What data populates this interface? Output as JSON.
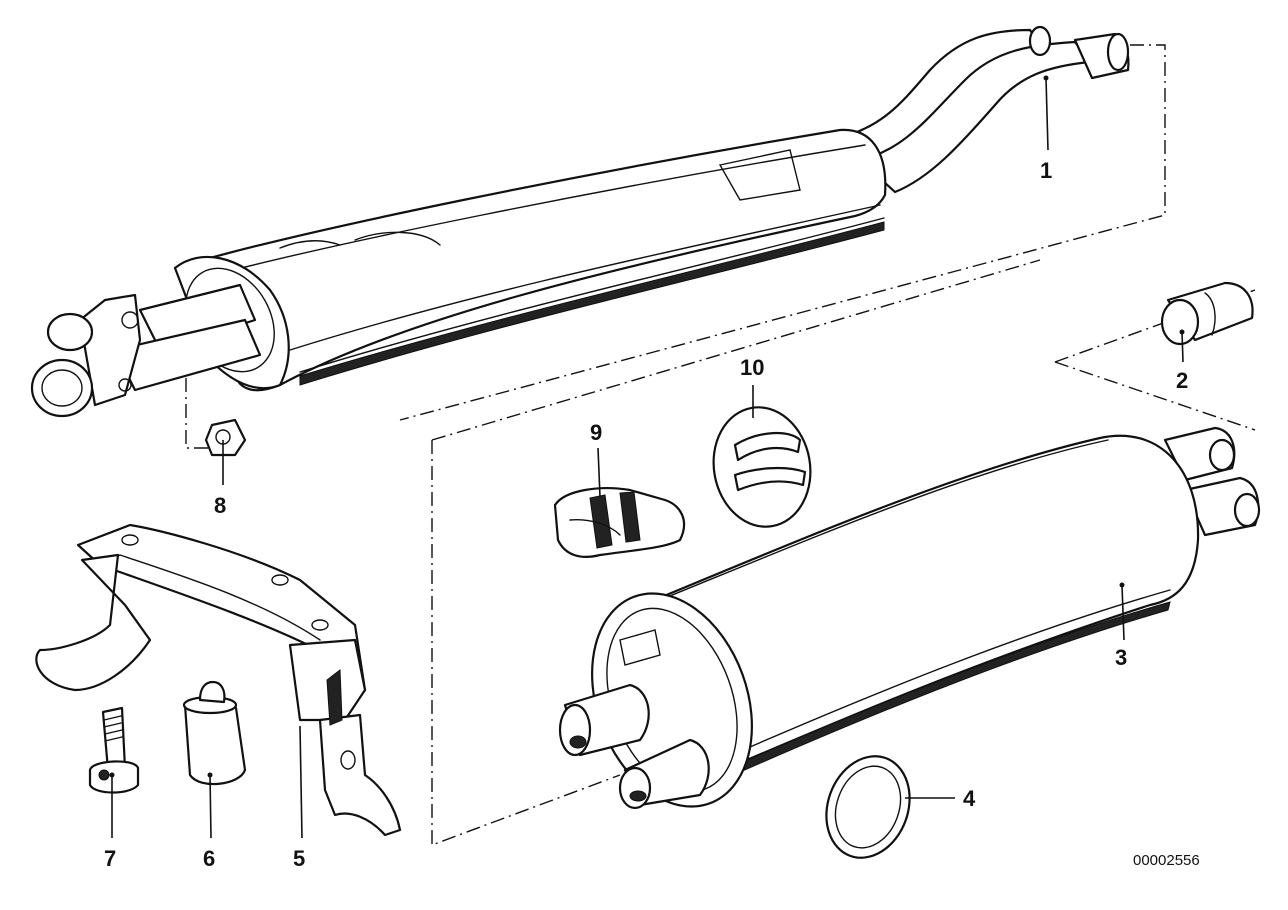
{
  "callouts": [
    {
      "id": "1",
      "label": "1"
    },
    {
      "id": "2",
      "label": "2"
    },
    {
      "id": "3",
      "label": "3"
    },
    {
      "id": "4",
      "label": "4"
    },
    {
      "id": "5",
      "label": "5"
    },
    {
      "id": "6",
      "label": "6"
    },
    {
      "id": "7",
      "label": "7"
    },
    {
      "id": "8",
      "label": "8"
    },
    {
      "id": "9",
      "label": "9"
    },
    {
      "id": "10",
      "label": "10"
    }
  ],
  "reference_code": "00002556"
}
